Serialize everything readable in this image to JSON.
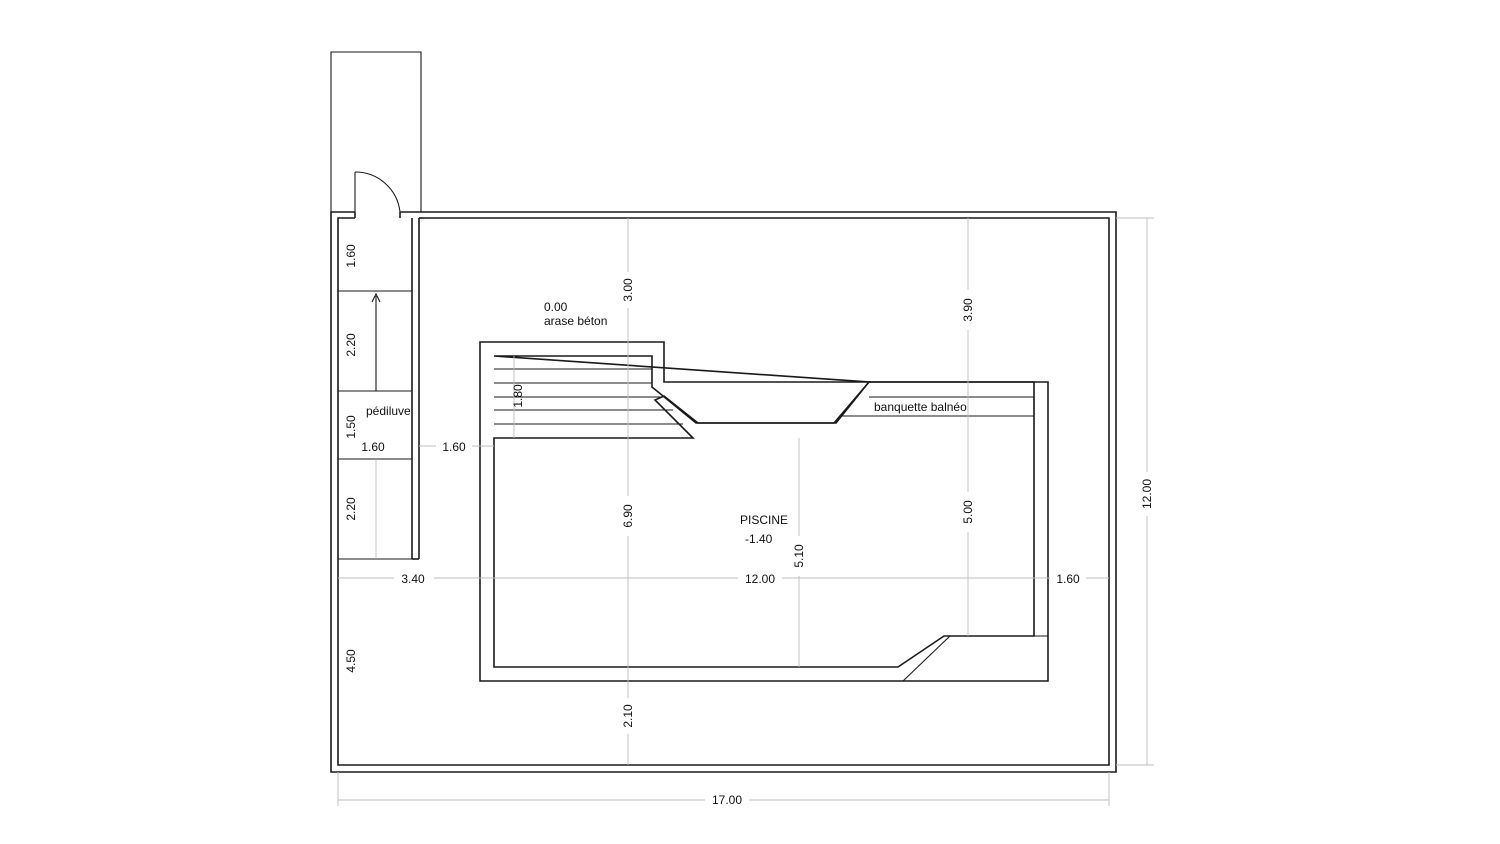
{
  "labels": {
    "level_value": "0.00",
    "level_text": "arase béton",
    "footbath": "pédiluve",
    "bench": "banquette balnéo",
    "pool": "PISCINE",
    "pool_depth": "-1.40"
  },
  "dimensions": {
    "d_1_60_a": "1.60",
    "d_2_20_a": "2.20",
    "d_1_50": "1.50",
    "d_1_60_b": "1.60",
    "d_2_20_b": "2.20",
    "d_4_50": "4.50",
    "d_3_40": "3.40",
    "d_1_60_c": "1.60",
    "d_3_00": "3.00",
    "d_6_90": "6.90",
    "d_2_10": "2.10",
    "d_1_80": "1.80",
    "d_12_00_h": "12.00",
    "d_5_10": "5.10",
    "d_3_90": "3.90",
    "d_5_00": "5.00",
    "d_1_60_d": "1.60",
    "d_12_00_v": "12.00",
    "d_17_00": "17.00"
  }
}
